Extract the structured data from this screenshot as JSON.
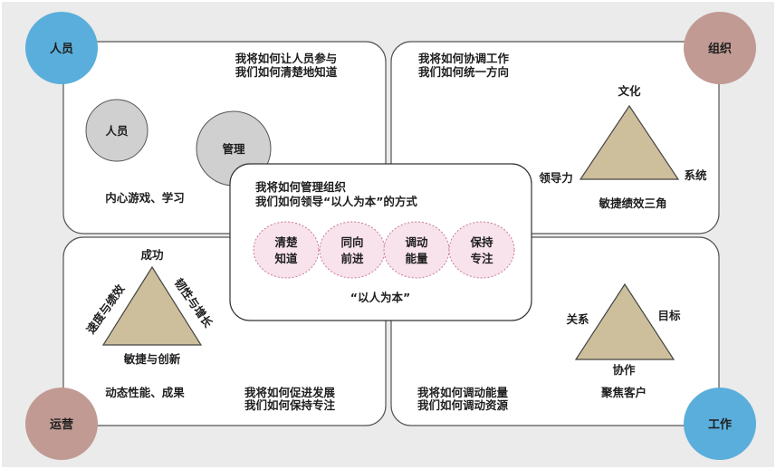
{
  "corners": {
    "top_left": {
      "label": "人员",
      "color": "#5aaedb"
    },
    "top_right": {
      "label": "组织",
      "color": "#c19a93"
    },
    "bottom_left": {
      "label": "运营",
      "color": "#c19a93"
    },
    "bottom_right": {
      "label": "工作",
      "color": "#5aaedb"
    }
  },
  "quadrants": {
    "top_left": {
      "question_line1": "我将如何让人员参与",
      "question_line2": "我们如何清楚地知道",
      "circle_people": "人员",
      "circle_manage": "管理",
      "caption": "内心游戏、学习"
    },
    "top_right": {
      "question_line1": "我将如何协调工作",
      "question_line2": "我们如何统一方向",
      "triangle_top": "文化",
      "triangle_left": "领导力",
      "triangle_right": "系统",
      "caption": "敏捷绩效三角"
    },
    "bottom_left": {
      "triangle_top": "成功",
      "triangle_left": "速度与绩效",
      "triangle_right": "韧性与增长",
      "triangle_bottom": "敏捷与创新",
      "caption": "动态性能、成果",
      "question_line1": "我将如何促进发展",
      "question_line2": "我们如何保持专注"
    },
    "bottom_right": {
      "question_line1": "我将如何调动能量",
      "question_line2": "我们如何调动资源",
      "triangle_left": "关系",
      "triangle_right": "目标",
      "triangle_bottom": "协作",
      "caption": "聚焦客户"
    }
  },
  "center": {
    "question_line1": "我将如何管理组织",
    "question_line2": "我们如何领导“以人为本”的方式",
    "pills": [
      {
        "line1": "清楚",
        "line2": "知道"
      },
      {
        "line1": "同向",
        "line2": "前进"
      },
      {
        "line1": "调动",
        "line2": "能量"
      },
      {
        "line1": "保持",
        "line2": "专注"
      }
    ],
    "footer": "“以人为本”"
  },
  "colors": {
    "background": "#ebebeb",
    "quadrant_border": "#555555",
    "gray_circle": "#d0d0d0",
    "triangle_fill": "#cdbf9b",
    "pill_fill": "#f8e2eb",
    "pill_border": "#c97a98"
  }
}
